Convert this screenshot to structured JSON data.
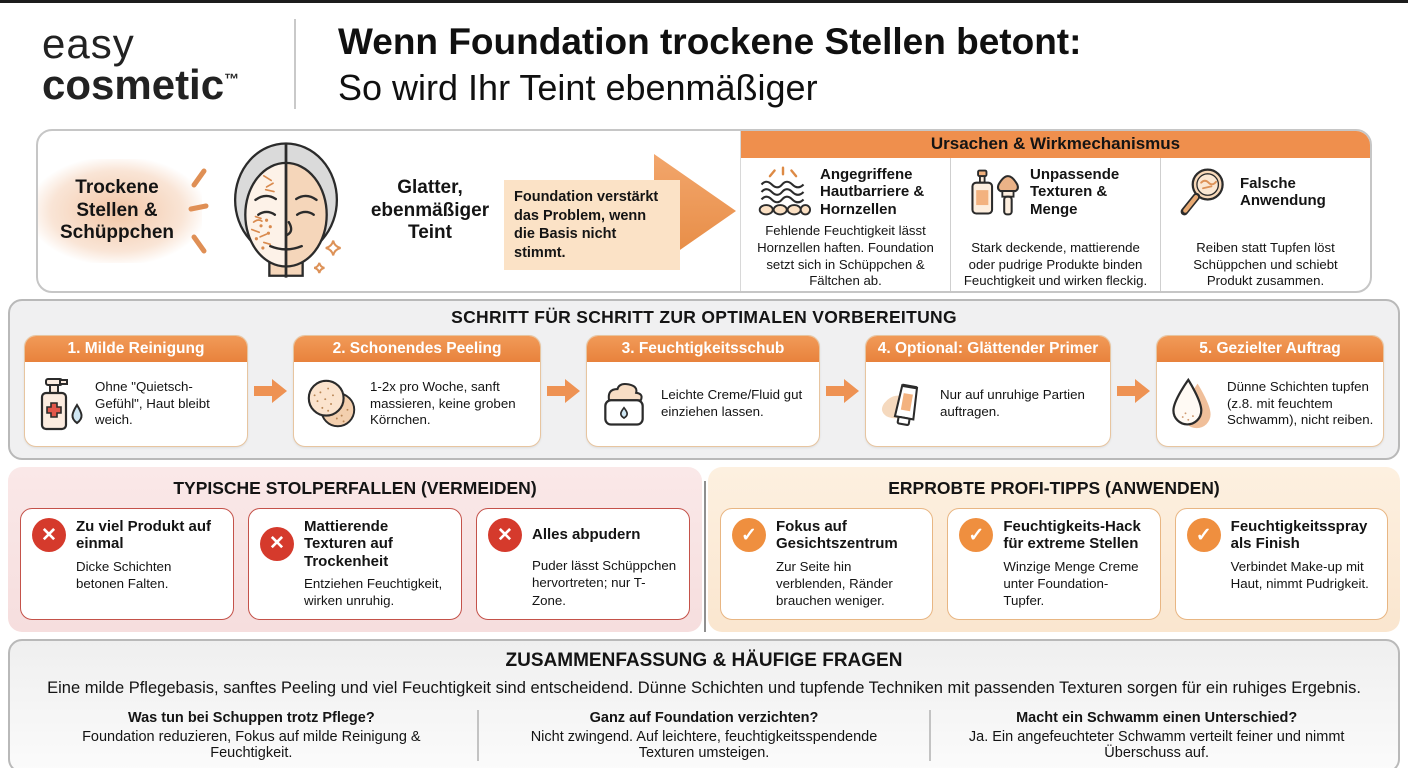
{
  "brand": {
    "line1": "easy",
    "line2": "cosmetic",
    "tm": "™"
  },
  "title": {
    "line1": "Wenn Foundation trockene Stellen betont:",
    "line2": "So wird Ihr Teint ebenmäßiger"
  },
  "comparison": {
    "left_label": "Trockene Stellen & Schüppchen",
    "right_label": "Glatter, ebenmäßiger Teint",
    "arrow_note": "Foundation verstärkt das Problem, wenn die Basis nicht stimmt."
  },
  "causes": {
    "header": "Ursachen & Wirkmechanismus",
    "items": [
      {
        "icon": "skin-barrier-icon",
        "title": "Angegriffene Hautbarriere & Hornzellen",
        "text": "Fehlende Feuchtigkeit lässt Hornzellen haften. Foundation setzt sich in Schüppchen & Fältchen ab."
      },
      {
        "icon": "foundation-bottle-brush-icon",
        "title": "Unpassende Texturen & Menge",
        "text": "Stark deckende, mattierende oder pudrige Produkte binden Feuchtigkeit und wirken fleckig."
      },
      {
        "icon": "magnifier-icon",
        "title": "Falsche Anwendung",
        "text": "Reiben statt Tupfen löst Schüppchen und schiebt Produkt zusammen."
      }
    ]
  },
  "steps": {
    "header": "SCHRITT FÜR SCHRITT ZUR OPTIMALEN VORBEREITUNG",
    "items": [
      {
        "icon": "pump-bottle-icon",
        "title": "1. Milde Reinigung",
        "text": "Ohne \"Quietsch-Gefühl\", Haut bleibt weich."
      },
      {
        "icon": "peeling-pads-icon",
        "title": "2. Schonendes Peeling",
        "text": "1-2x pro Woche, sanft massieren, keine groben Körnchen."
      },
      {
        "icon": "cream-jar-icon",
        "title": "3. Feuchtigkeitsschub",
        "text": "Leichte Creme/Fluid gut einziehen lassen."
      },
      {
        "icon": "primer-tube-icon",
        "title": "4. Optional: Glättender Primer",
        "text": "Nur auf unruhige Partien auftragen."
      },
      {
        "icon": "sponge-icon",
        "title": "5. Gezielter Auftrag",
        "text": "Dünne Schichten tupfen (z.8. mit feuchtem Schwamm), nicht reiben."
      }
    ]
  },
  "pitfalls": {
    "header": "TYPISCHE STOLPERFALLEN (VERMEIDEN)",
    "badge_glyph": "✕",
    "items": [
      {
        "title": "Zu viel Produkt auf einmal",
        "text": "Dicke Schichten betonen Falten."
      },
      {
        "title": "Mattierende Texturen auf Trockenheit",
        "text": "Entziehen Feuchtigkeit, wirken unruhig."
      },
      {
        "title": "Alles abpudern",
        "text": "Puder lässt Schüppchen hervortreten; nur T-Zone."
      }
    ]
  },
  "tips": {
    "header": "ERPROBTE PROFI-TIPPS (ANWENDEN)",
    "badge_glyph": "✓",
    "items": [
      {
        "title": "Fokus auf Gesichtszentrum",
        "text": "Zur Seite hin verblenden, Ränder brauchen weniger."
      },
      {
        "title": "Feuchtigkeits-Hack für extreme Stellen",
        "text": "Winzige Menge Creme unter Foundation-Tupfer."
      },
      {
        "title": "Feuchtigkeitsspray als Finish",
        "text": "Verbindet Make-up mit Haut, nimmt Pudrigkeit."
      }
    ]
  },
  "summary": {
    "header": "ZUSAMMENFASSUNG & HÄUFIGE FRAGEN",
    "text": "Eine milde Pflegebasis, sanftes Peeling und viel Feuchtigkeit sind entscheidend. Dünne Schichten und tupfende Techniken mit passenden Texturen sorgen für ein ruhiges Ergebnis.",
    "faqs": [
      {
        "q": "Was tun bei Schuppen trotz Pflege?",
        "a": "Foundation reduzieren, Fokus auf milde Reinigung & Feuchtigkeit."
      },
      {
        "q": "Ganz auf Foundation verzichten?",
        "a": "Nicht zwingend. Auf leichtere, feuchtigkeitsspendende Texturen umsteigen."
      },
      {
        "q": "Macht ein Schwamm einen Unterschied?",
        "a": "Ja. Ein angefeuchteter Schwamm verteilt feiner und nimmt Überschuss auf."
      }
    ]
  },
  "colors": {
    "accent_orange": "#EF8F4D",
    "step_header_orange": "#EA8840",
    "light_orange_note": "#FBE2C6",
    "pink_panel": "#F8E3E3",
    "orange_panel": "#FBEAD6",
    "badge_red": "#D53A2C",
    "badge_orange": "#EF8F3F",
    "gray_panel": "#F0F0F1",
    "text": "#141414"
  }
}
